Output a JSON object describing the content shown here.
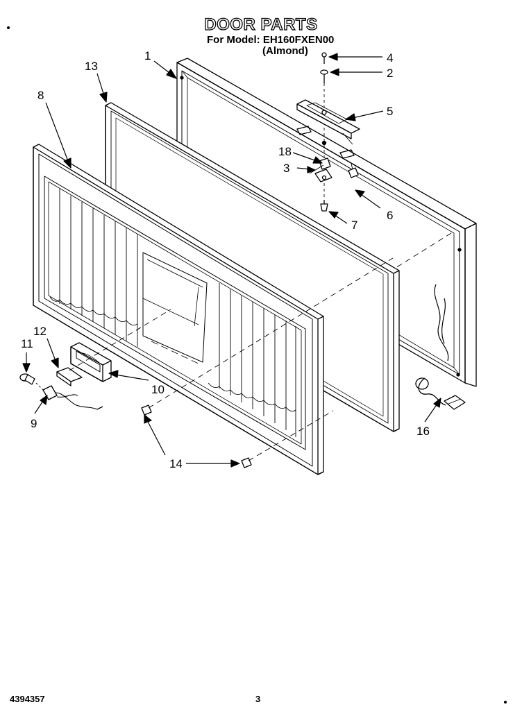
{
  "header": {
    "title": "DOOR PARTS",
    "model_line": "For Model: EH160FXEN00",
    "color_line": "(Almond)"
  },
  "callouts": [
    "1",
    "2",
    "3",
    "4",
    "5",
    "6",
    "7",
    "8",
    "9",
    "10",
    "11",
    "12",
    "13",
    "14",
    "16",
    "18"
  ],
  "footer": {
    "part_number": "4394357",
    "page_number": "3"
  }
}
